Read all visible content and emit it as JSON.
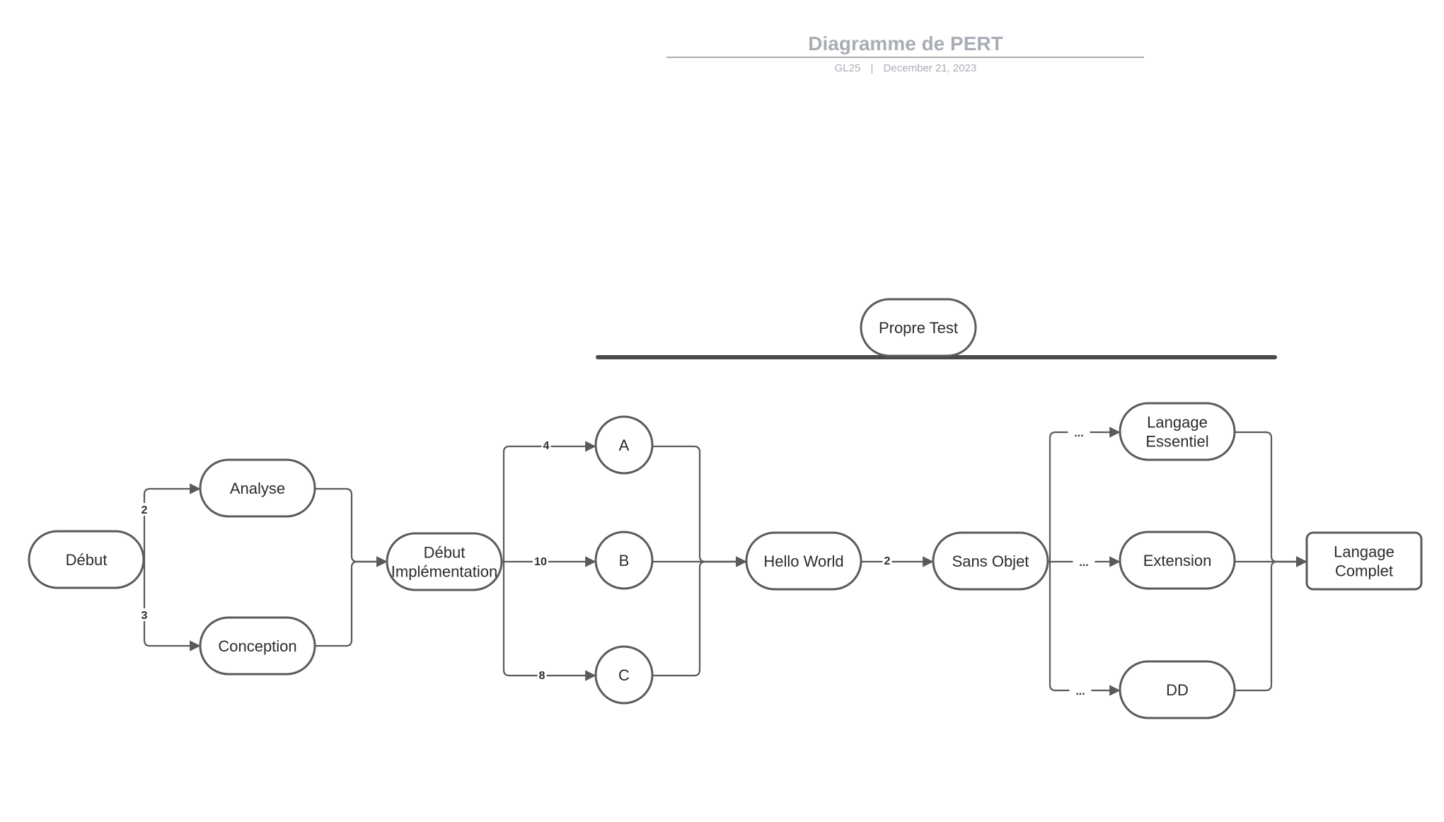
{
  "header": {
    "title": "Diagramme de PERT",
    "group": "GL25",
    "separator": "|",
    "date": "December 21, 2023"
  },
  "nodes": [
    {
      "id": "debut",
      "lines": [
        "Début"
      ]
    },
    {
      "id": "analyse",
      "lines": [
        "Analyse"
      ]
    },
    {
      "id": "conception",
      "lines": [
        "Conception"
      ]
    },
    {
      "id": "debut-implementation",
      "lines": [
        "Début",
        "Implémentation"
      ]
    },
    {
      "id": "a",
      "lines": [
        "A"
      ]
    },
    {
      "id": "b",
      "lines": [
        "B"
      ]
    },
    {
      "id": "c",
      "lines": [
        "C"
      ]
    },
    {
      "id": "propre-test",
      "lines": [
        "Propre Test"
      ]
    },
    {
      "id": "hello-world",
      "lines": [
        "Hello World"
      ]
    },
    {
      "id": "sans-objet",
      "lines": [
        "Sans Objet"
      ]
    },
    {
      "id": "langage-essentiel",
      "lines": [
        "Langage",
        "Essentiel"
      ]
    },
    {
      "id": "extension",
      "lines": [
        "Extension"
      ]
    },
    {
      "id": "dd",
      "lines": [
        "DD"
      ]
    },
    {
      "id": "langage-complet",
      "lines": [
        "Langage",
        "Complet"
      ]
    }
  ],
  "edges": [
    {
      "id": "debut-analyse",
      "from": "debut",
      "to": "analyse",
      "label": "2"
    },
    {
      "id": "debut-conception",
      "from": "debut",
      "to": "conception",
      "label": "3"
    },
    {
      "id": "analyse-debut-implementation",
      "from": "analyse",
      "to": "debut-implementation",
      "label": ""
    },
    {
      "id": "conception-debut-implementation",
      "from": "conception",
      "to": "debut-implementation",
      "label": ""
    },
    {
      "id": "debut-implementation-a",
      "from": "debut-implementation",
      "to": "a",
      "label": "4"
    },
    {
      "id": "debut-implementation-b",
      "from": "debut-implementation",
      "to": "b",
      "label": "10"
    },
    {
      "id": "debut-implementation-c",
      "from": "debut-implementation",
      "to": "c",
      "label": "8"
    },
    {
      "id": "a-hello-world",
      "from": "a",
      "to": "hello-world",
      "label": ""
    },
    {
      "id": "b-hello-world",
      "from": "b",
      "to": "hello-world",
      "label": ""
    },
    {
      "id": "c-hello-world",
      "from": "c",
      "to": "hello-world",
      "label": ""
    },
    {
      "id": "hello-world-sans-objet",
      "from": "hello-world",
      "to": "sans-objet",
      "label": "2"
    },
    {
      "id": "sans-objet-langage-essentiel",
      "from": "sans-objet",
      "to": "langage-essentiel",
      "label": "..."
    },
    {
      "id": "sans-objet-extension",
      "from": "sans-objet",
      "to": "extension",
      "label": "..."
    },
    {
      "id": "sans-objet-dd",
      "from": "sans-objet",
      "to": "dd",
      "label": "..."
    },
    {
      "id": "langage-essentiel-langage-complet",
      "from": "langage-essentiel",
      "to": "langage-complet",
      "label": ""
    },
    {
      "id": "extension-langage-complet",
      "from": "extension",
      "to": "langage-complet",
      "label": ""
    },
    {
      "id": "dd-langage-complet",
      "from": "dd",
      "to": "langage-complet",
      "label": ""
    }
  ]
}
